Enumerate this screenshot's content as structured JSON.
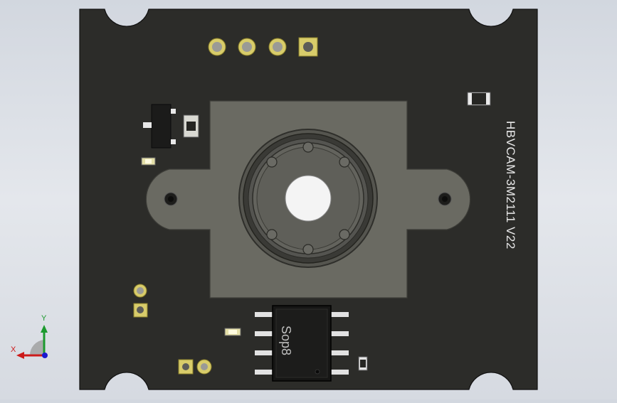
{
  "board": {
    "silkscreen_label": "HBVCAM-3M2111  V22",
    "ic_label": "Sop8",
    "colors": {
      "pcb": "#2c2c29",
      "pcb_edge": "#1b1b19",
      "holder": "#6c6c64",
      "pad_gold": "#e8dc7a",
      "component_body": "#1a1a1a"
    }
  },
  "triad": {
    "x_label": "X",
    "y_label": "Y"
  }
}
